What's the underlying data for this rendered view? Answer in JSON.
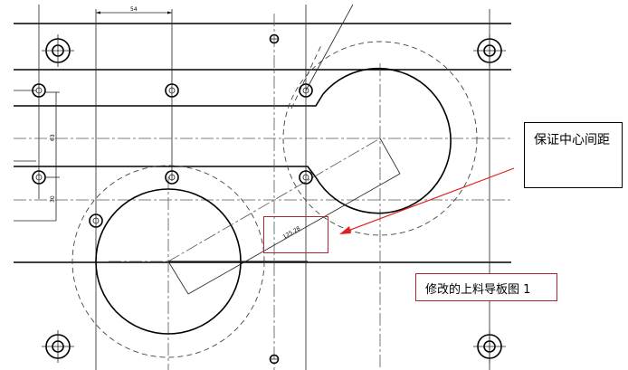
{
  "drawing": {
    "title": "修改的上料导板图 1",
    "dimensions": {
      "top_horizontal": "54",
      "left_vertical_upper": "63",
      "left_vertical_lower": "30",
      "center_distance": "125.28"
    }
  },
  "annotations": {
    "callout_note": "保证中心间距",
    "caption": "修改的上料导板图 1"
  },
  "colors": {
    "line": "#000000",
    "highlight_box": "#b22230",
    "arrow": "#e02020",
    "background": "#ffffff"
  }
}
